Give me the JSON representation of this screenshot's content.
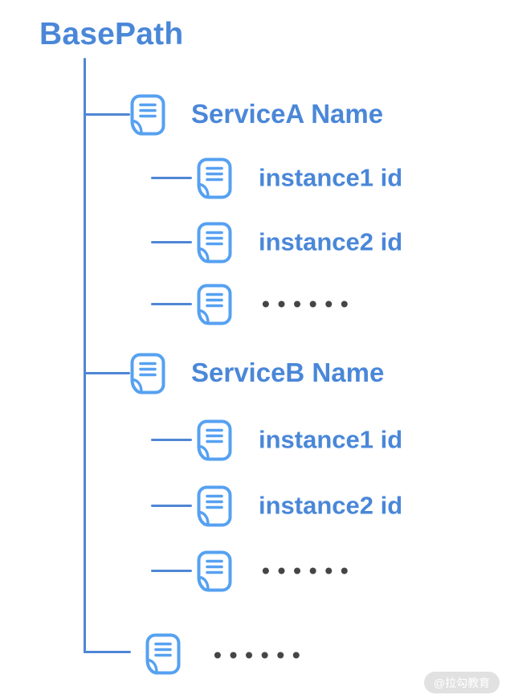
{
  "title": {
    "label": "BasePath"
  },
  "tree": {
    "rows": [
      {
        "kind": "service",
        "label": "ServiceA Name"
      },
      {
        "kind": "instance",
        "label": "instance1 id"
      },
      {
        "kind": "instance",
        "label": "instance2 id"
      },
      {
        "kind": "more",
        "label": "• • • • • •"
      },
      {
        "kind": "service",
        "label": "ServiceB Name"
      },
      {
        "kind": "instance",
        "label": "instance1 id"
      },
      {
        "kind": "instance",
        "label": "instance2 id"
      },
      {
        "kind": "more",
        "label": "• • • • • •"
      },
      {
        "kind": "more-root",
        "label": "• • • • • •"
      }
    ]
  },
  "watermark": {
    "label": "@拉勾教育"
  },
  "colors": {
    "text": "#4a87d8",
    "line": "#4f86d5",
    "icon": "#56a1f1",
    "dots": "#454547",
    "watermark_bg": "#e1e1e1",
    "watermark_text": "#ffffff"
  }
}
